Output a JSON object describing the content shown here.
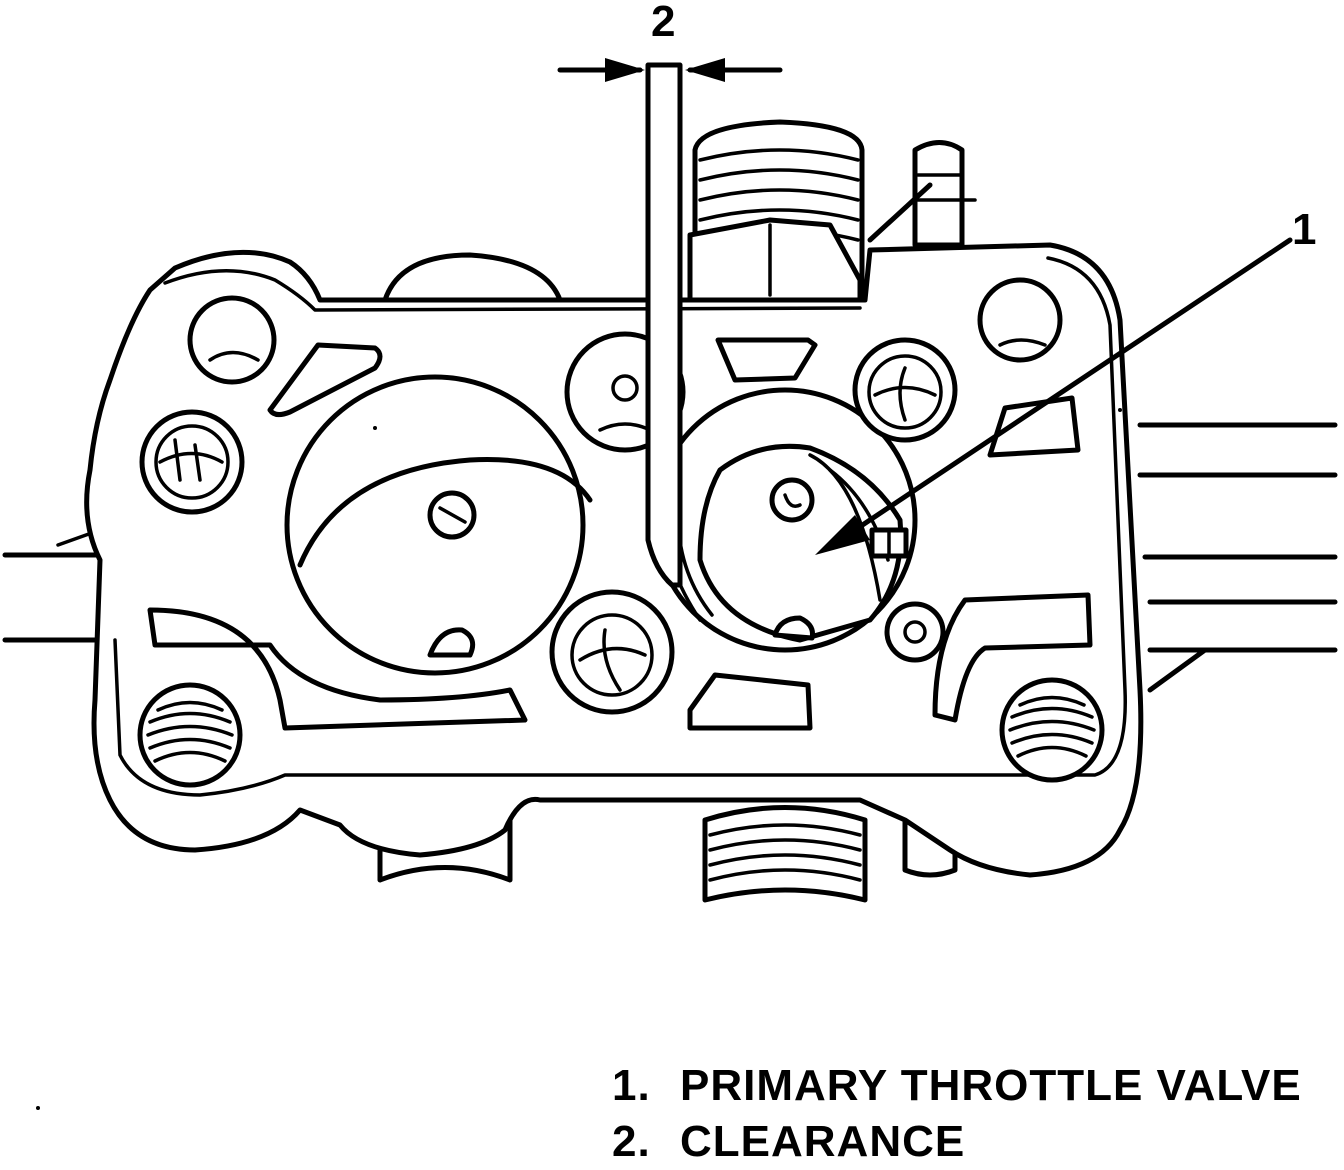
{
  "callouts": [
    {
      "number": "1"
    },
    {
      "number": "2"
    }
  ],
  "legend": [
    {
      "number": "1.",
      "label": "PRIMARY THROTTLE VALVE"
    },
    {
      "number": "2.",
      "label": "CLEARANCE"
    }
  ]
}
